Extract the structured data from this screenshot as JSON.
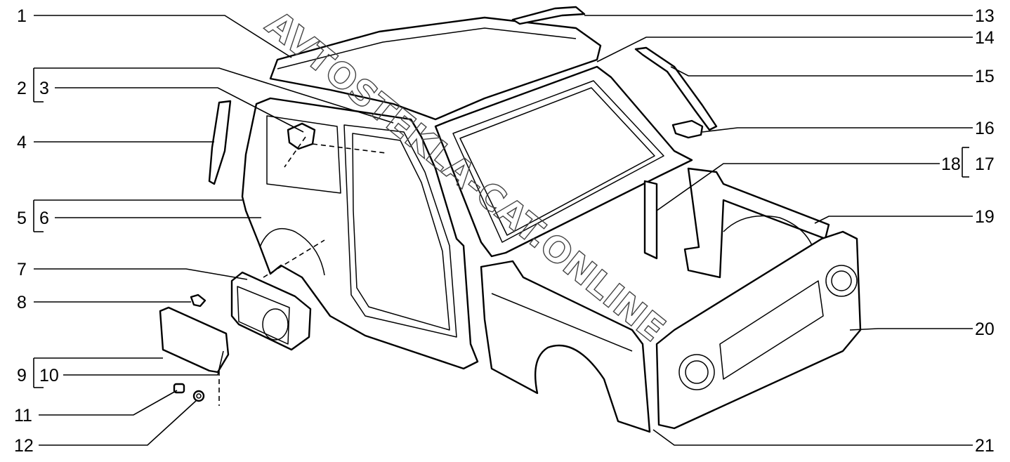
{
  "callouts": {
    "c1": "1",
    "c2": "2",
    "c3": "3",
    "c4": "4",
    "c5": "5",
    "c6": "6",
    "c7": "7",
    "c8": "8",
    "c9": "9",
    "c10": "10",
    "c11": "11",
    "c12": "12",
    "c13": "13",
    "c14": "14",
    "c15": "15",
    "c16": "16",
    "c17": "17",
    "c18": "18",
    "c19": "19",
    "c20": "20",
    "c21": "21"
  },
  "watermark": "AVTOSTEKLA-CAT.ONLINE"
}
